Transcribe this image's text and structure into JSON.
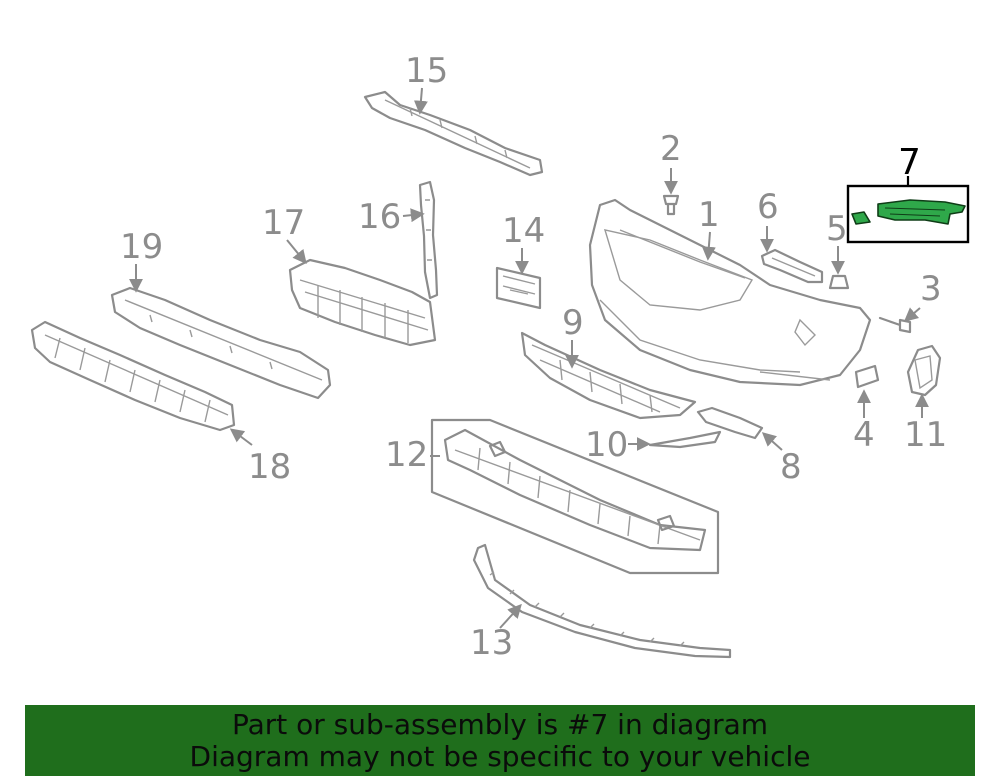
{
  "diagram": {
    "callouts": {
      "c1": "1",
      "c2": "2",
      "c3": "3",
      "c4": "4",
      "c5": "5",
      "c6": "6",
      "c7": "7",
      "c8": "8",
      "c9": "9",
      "c10": "10",
      "c11": "11",
      "c12": "12",
      "c13": "13",
      "c14": "14",
      "c15": "15",
      "c16": "16",
      "c17": "17",
      "c18": "18",
      "c19": "19"
    },
    "highlight_color": "#2fa84a",
    "highlighted_part": "7"
  },
  "banner": {
    "line1": "Part or sub-assembly is #7 in diagram",
    "line2": "Diagram may not be specific to your vehicle",
    "background": "#1f6e1c"
  }
}
